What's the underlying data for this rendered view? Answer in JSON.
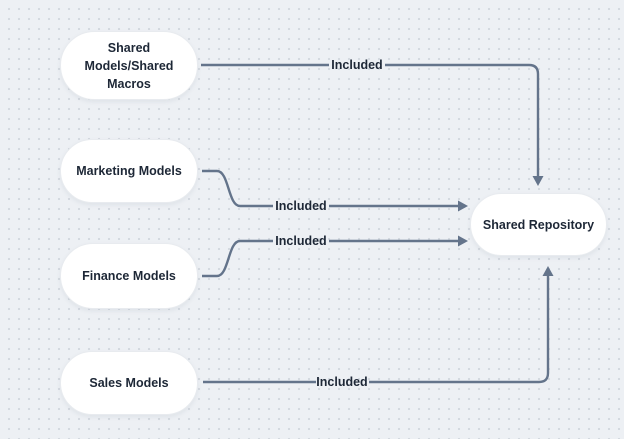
{
  "diagram": {
    "nodes": [
      {
        "id": "shared-models-macros",
        "label": "Shared Models/Shared Macros"
      },
      {
        "id": "marketing-models",
        "label": "Marketing Models"
      },
      {
        "id": "finance-models",
        "label": "Finance Models"
      },
      {
        "id": "sales-models",
        "label": "Sales Models"
      },
      {
        "id": "shared-repository",
        "label": "Shared Repository"
      }
    ],
    "edges": [
      {
        "from": "shared-models-macros",
        "to": "shared-repository",
        "label": "Included",
        "enters": "top"
      },
      {
        "from": "marketing-models",
        "to": "shared-repository",
        "label": "Included",
        "enters": "left"
      },
      {
        "from": "finance-models",
        "to": "shared-repository",
        "label": "Included",
        "enters": "left"
      },
      {
        "from": "sales-models",
        "to": "shared-repository",
        "label": "Included",
        "enters": "bottom"
      }
    ],
    "colors": {
      "background": "#edf0f4",
      "dot": "#d3d8df",
      "node_fill": "#ffffff",
      "node_border": "#e8ebef",
      "arrow": "#64748b",
      "text": "#1d2736"
    }
  }
}
